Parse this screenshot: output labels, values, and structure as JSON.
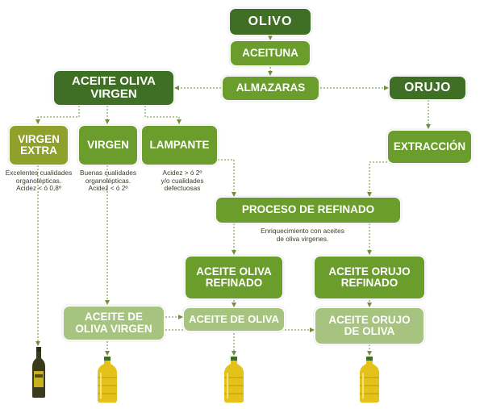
{
  "colors": {
    "dark_green": "#3f6f24",
    "mid_green": "#6b9d2c",
    "olive_green": "#8fa12a",
    "light_green": "#a6c47f",
    "connector": "#6f8f3a"
  },
  "nodes": {
    "olivo": "OLIVO",
    "aceituna": "ACEITUNA",
    "almazaras": "ALMAZARAS",
    "aceite_oliva_virgen": [
      "ACEITE OLIVA",
      "VIRGEN"
    ],
    "orujo": "ORUJO",
    "virgen_extra": [
      "VIRGEN",
      "EXTRA"
    ],
    "virgen": "VIRGEN",
    "lampante": "LAMPANTE",
    "extraccion": "EXTRACCIÓN",
    "proceso_refinado": "PROCESO DE REFINADO",
    "aceite_oliva_refinado": [
      "ACEITE OLIVA",
      "REFINADO"
    ],
    "aceite_orujo_refinado": [
      "ACEITE ORUJO",
      "REFINADO"
    ],
    "aceite_oliva_virgen_final": [
      "ACEITE DE",
      "OLIVA VIRGEN"
    ],
    "aceite_de_oliva": "ACEITE DE OLIVA",
    "aceite_orujo_de_oliva": [
      "ACEITE ORUJO",
      "DE OLIVA"
    ]
  },
  "notes": {
    "virgen_extra": [
      "Excelentes cualidades",
      "organolépticas.",
      "Acidez < ó 0,8º"
    ],
    "virgen": [
      "Buenas cualidades",
      "organolépticas.",
      "Acidez < ó 2º"
    ],
    "lampante": [
      "Acidez > ó 2º",
      "y/o cualidades",
      "defectuosas"
    ],
    "refinado": [
      "Enriquecimiento con aceites",
      "de oliva virgenes."
    ]
  },
  "icons": [
    "glass-bottle-icon",
    "plastic-bottle-icon"
  ]
}
